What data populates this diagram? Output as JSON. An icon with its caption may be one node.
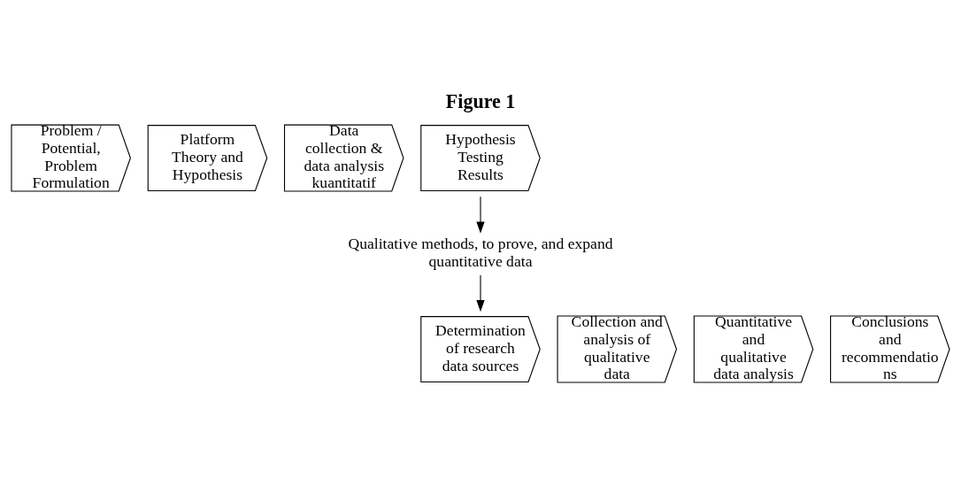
{
  "diagram": {
    "title": "Figure 1",
    "nodes": [
      {
        "text": [
          "Problem / Potential, Problem Formulation"
        ]
      },
      {
        "text": [
          "Platform Theory and Hypothesis"
        ]
      },
      {
        "text": [
          "Data collection & data analysis kuantitatif"
        ]
      },
      {
        "text": [
          "Hypothesis Testing Results"
        ]
      },
      {
        "text": [
          "Qualitative methods, to prove, and expand quantitative data"
        ]
      },
      {
        "text": [
          "Determination of research data sources"
        ]
      },
      {
        "text": [
          "Collection and analysis of qualitative data"
        ]
      },
      {
        "text": [
          "Quantitative and qualitative data analysis"
        ]
      },
      {
        "text": [
          "Conclusions and recommendatio ns"
        ]
      }
    ],
    "edges": [
      {
        "from": 3,
        "to": 4,
        "arrow": "to"
      },
      {
        "from": 4,
        "to": 5,
        "arrow": "to"
      }
    ]
  }
}
